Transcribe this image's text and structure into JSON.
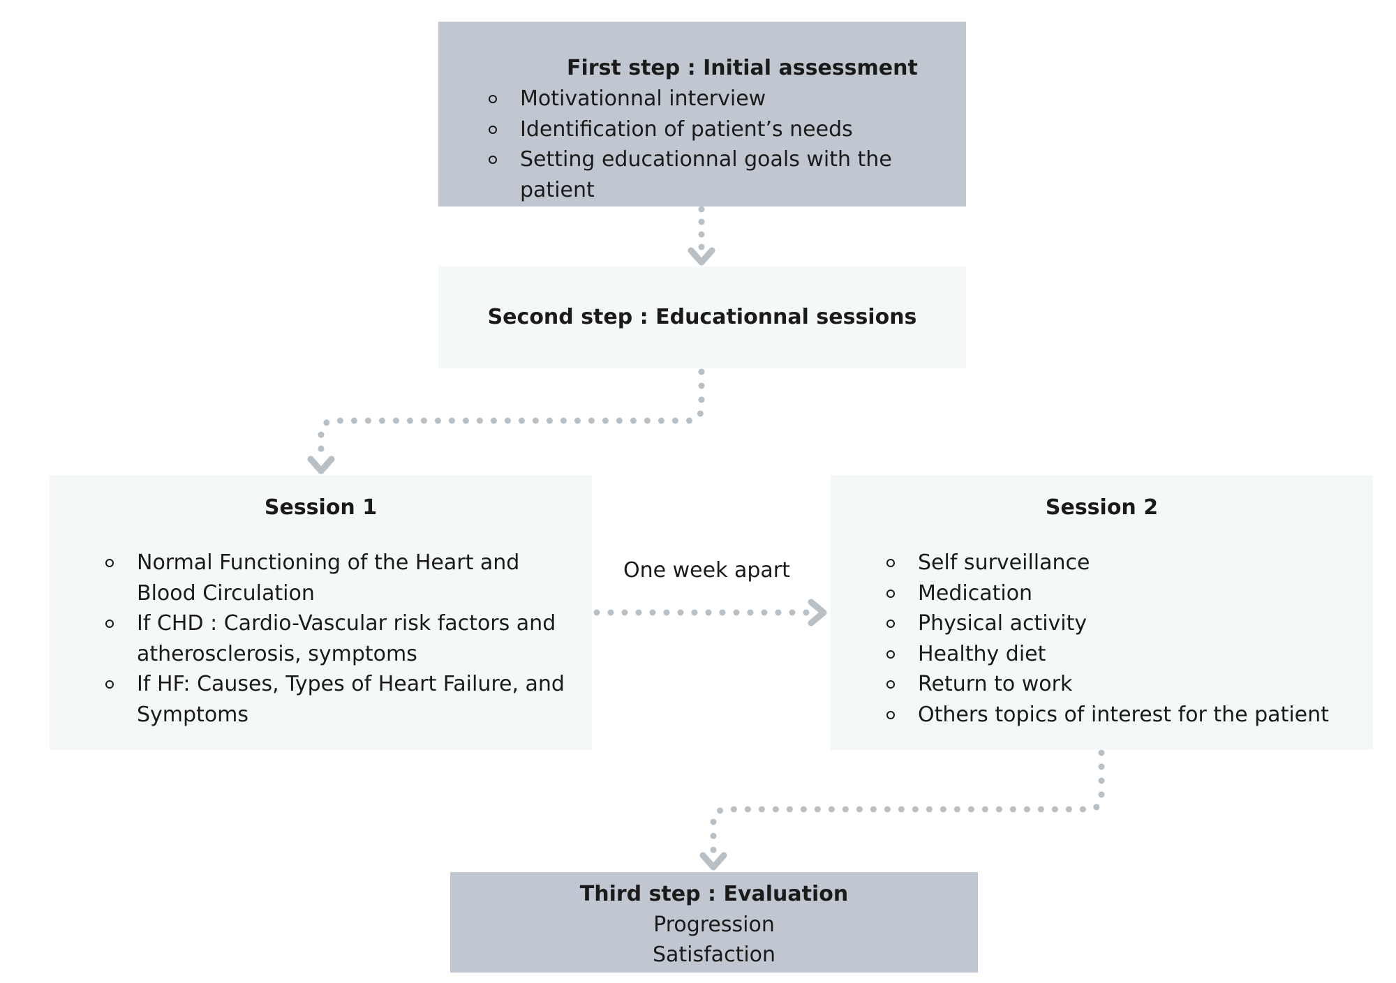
{
  "first_step": {
    "title": "First step : Initial assessment",
    "items": [
      "Motivationnal interview",
      "Identification of patient’s needs",
      "Setting educationnal goals with the patient"
    ]
  },
  "second_step": {
    "title": "Second step : Educationnal sessions"
  },
  "session1": {
    "title": "Session 1",
    "items": [
      "Normal Functioning of the Heart and Blood Circulation",
      "If CHD : Cardio-Vascular risk factors and atherosclerosis, symptoms",
      "If HF: Causes, Types of Heart Failure, and Symptoms"
    ]
  },
  "session2": {
    "title": "Session 2",
    "items": [
      "Self surveillance",
      "Medication",
      "Physical activity",
      "Healthy diet",
      "Return to work",
      "Others topics of interest for the patient"
    ]
  },
  "connector_label": "One week apart",
  "third_step": {
    "title": "Third step : Evaluation",
    "lines": [
      "Progression",
      "Satisfaction"
    ]
  },
  "colors": {
    "dark_box": "#c1c7d0",
    "light_box": "#f5f8f9",
    "connector": "#b8c0c6",
    "text": "#1a1a1a"
  }
}
